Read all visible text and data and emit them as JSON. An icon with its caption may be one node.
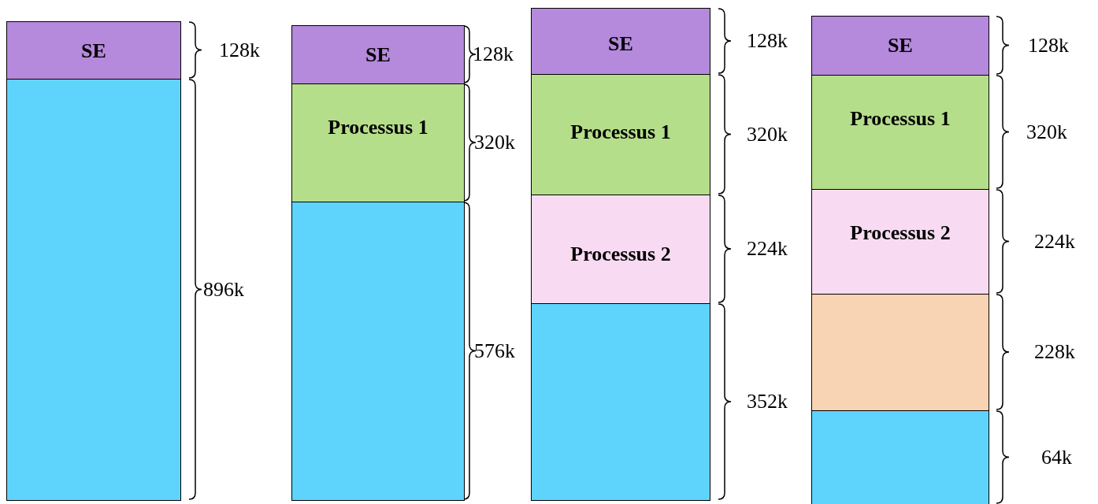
{
  "diagram": {
    "nodes": [
      {
        "text": [
          "SE"
        ],
        "beside": [
          "128k"
        ]
      },
      {
        "text": [],
        "shape": "box",
        "beside": [
          "896k"
        ]
      },
      {
        "text": [
          "SE"
        ],
        "beside": [
          "128k"
        ]
      },
      {
        "text": [
          "Processus 1"
        ],
        "beside": [
          "320k"
        ]
      },
      {
        "text": [],
        "shape": "box",
        "beside": [
          "576k"
        ]
      },
      {
        "text": [
          "SE"
        ],
        "beside": [
          "128k"
        ]
      },
      {
        "text": [
          "Processus 1"
        ],
        "beside": [
          "320k"
        ]
      },
      {
        "text": [
          "Processus 2"
        ],
        "beside": [
          "224k"
        ]
      },
      {
        "text": [],
        "shape": "box",
        "beside": [
          "352k"
        ]
      },
      {
        "text": [
          "SE"
        ],
        "beside": [
          "128k"
        ]
      },
      {
        "text": [
          "Processus 1"
        ],
        "beside": [
          "320k"
        ]
      },
      {
        "text": [
          "Processus 2"
        ],
        "beside": [
          "224k"
        ]
      },
      {
        "text": [],
        "shape": "box",
        "beside": [
          "228k"
        ]
      },
      {
        "text": [],
        "shape": "box",
        "beside": [
          "64k"
        ]
      }
    ]
  }
}
